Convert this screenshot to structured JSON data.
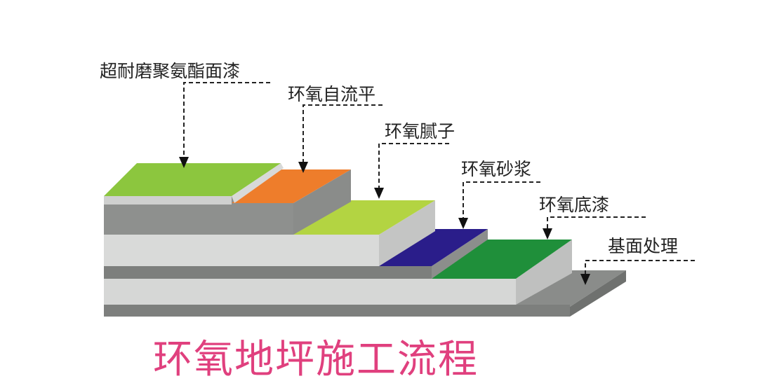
{
  "title": "环氧地坪施工流程",
  "layers": [
    {
      "label": "超耐磨聚氨酯面漆",
      "color": "#8cc63e"
    },
    {
      "label": "环氧自流平",
      "color": "#ee7d2b"
    },
    {
      "label": "环氧腻子",
      "color": "#b3d442"
    },
    {
      "label": "环氧砂浆",
      "color": "#2a1d8a"
    },
    {
      "label": "环氧底漆",
      "color": "#1f8f3a"
    },
    {
      "label": "基面处理",
      "color": "#8a8c8a"
    }
  ],
  "title_color": "#e0407e"
}
